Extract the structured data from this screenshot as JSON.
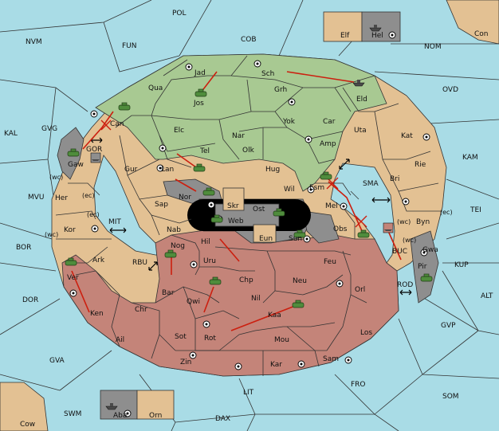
{
  "colors": {
    "sea": "#a9dce6",
    "neutral": "#e3c193",
    "green_power": "#a8c992",
    "red_power": "#c48479",
    "gray_power": "#8e8e8e",
    "order": "#cc1f0f",
    "army_green": "#4f8c3c",
    "fleet_gray": "#4a4a4a"
  },
  "sea_labels": [
    "POL",
    "NVM",
    "FUN",
    "COB",
    "NOM",
    "Con",
    "KAL",
    "GVG",
    "OVD",
    "KAM",
    "TEI",
    "MVU",
    "BOR",
    "DOR",
    "ALT",
    "KUP",
    "GVP",
    "GVA",
    "FRO",
    "SOM",
    "LIT",
    "DAX",
    "SWM",
    "Cow",
    "MIT",
    "RBU",
    "SMA",
    "GOR",
    "ROD",
    "BUC"
  ],
  "land_labels": [
    "Jad",
    "Sch",
    "Qua",
    "Jos",
    "Grh",
    "Eld",
    "Can",
    "Elc",
    "Nar",
    "Yok",
    "Car",
    "Uta",
    "Kat",
    "Gaw",
    "Tel",
    "Olk",
    "Amp",
    "Gur",
    "Lan",
    "Hug",
    "Rie",
    "Bri",
    "Her",
    "Nor",
    "Skr",
    "Ost",
    "Wil",
    "Esm",
    "Sap",
    "Web",
    "Mel",
    "Byn",
    "Kor",
    "Nab",
    "Eun",
    "Sun",
    "Obs",
    "Gwa",
    "Ark",
    "Nog",
    "Hil",
    "Uru",
    "Feu",
    "Pir",
    "Ver",
    "Bar",
    "Chp",
    "Neu",
    "Orl",
    "Qwi",
    "Nil",
    "Ken",
    "Chr",
    "Kaa",
    "Ail",
    "Sot",
    "Rot",
    "Mou",
    "Los",
    "Zin",
    "Kar",
    "Sam",
    "Elf",
    "Hel",
    "Aba",
    "Orn"
  ],
  "coast_labels": [
    "(wc)",
    "(ec)",
    "(ec)",
    "(wc)",
    "(wc)",
    "(ec)",
    "(wc)"
  ]
}
